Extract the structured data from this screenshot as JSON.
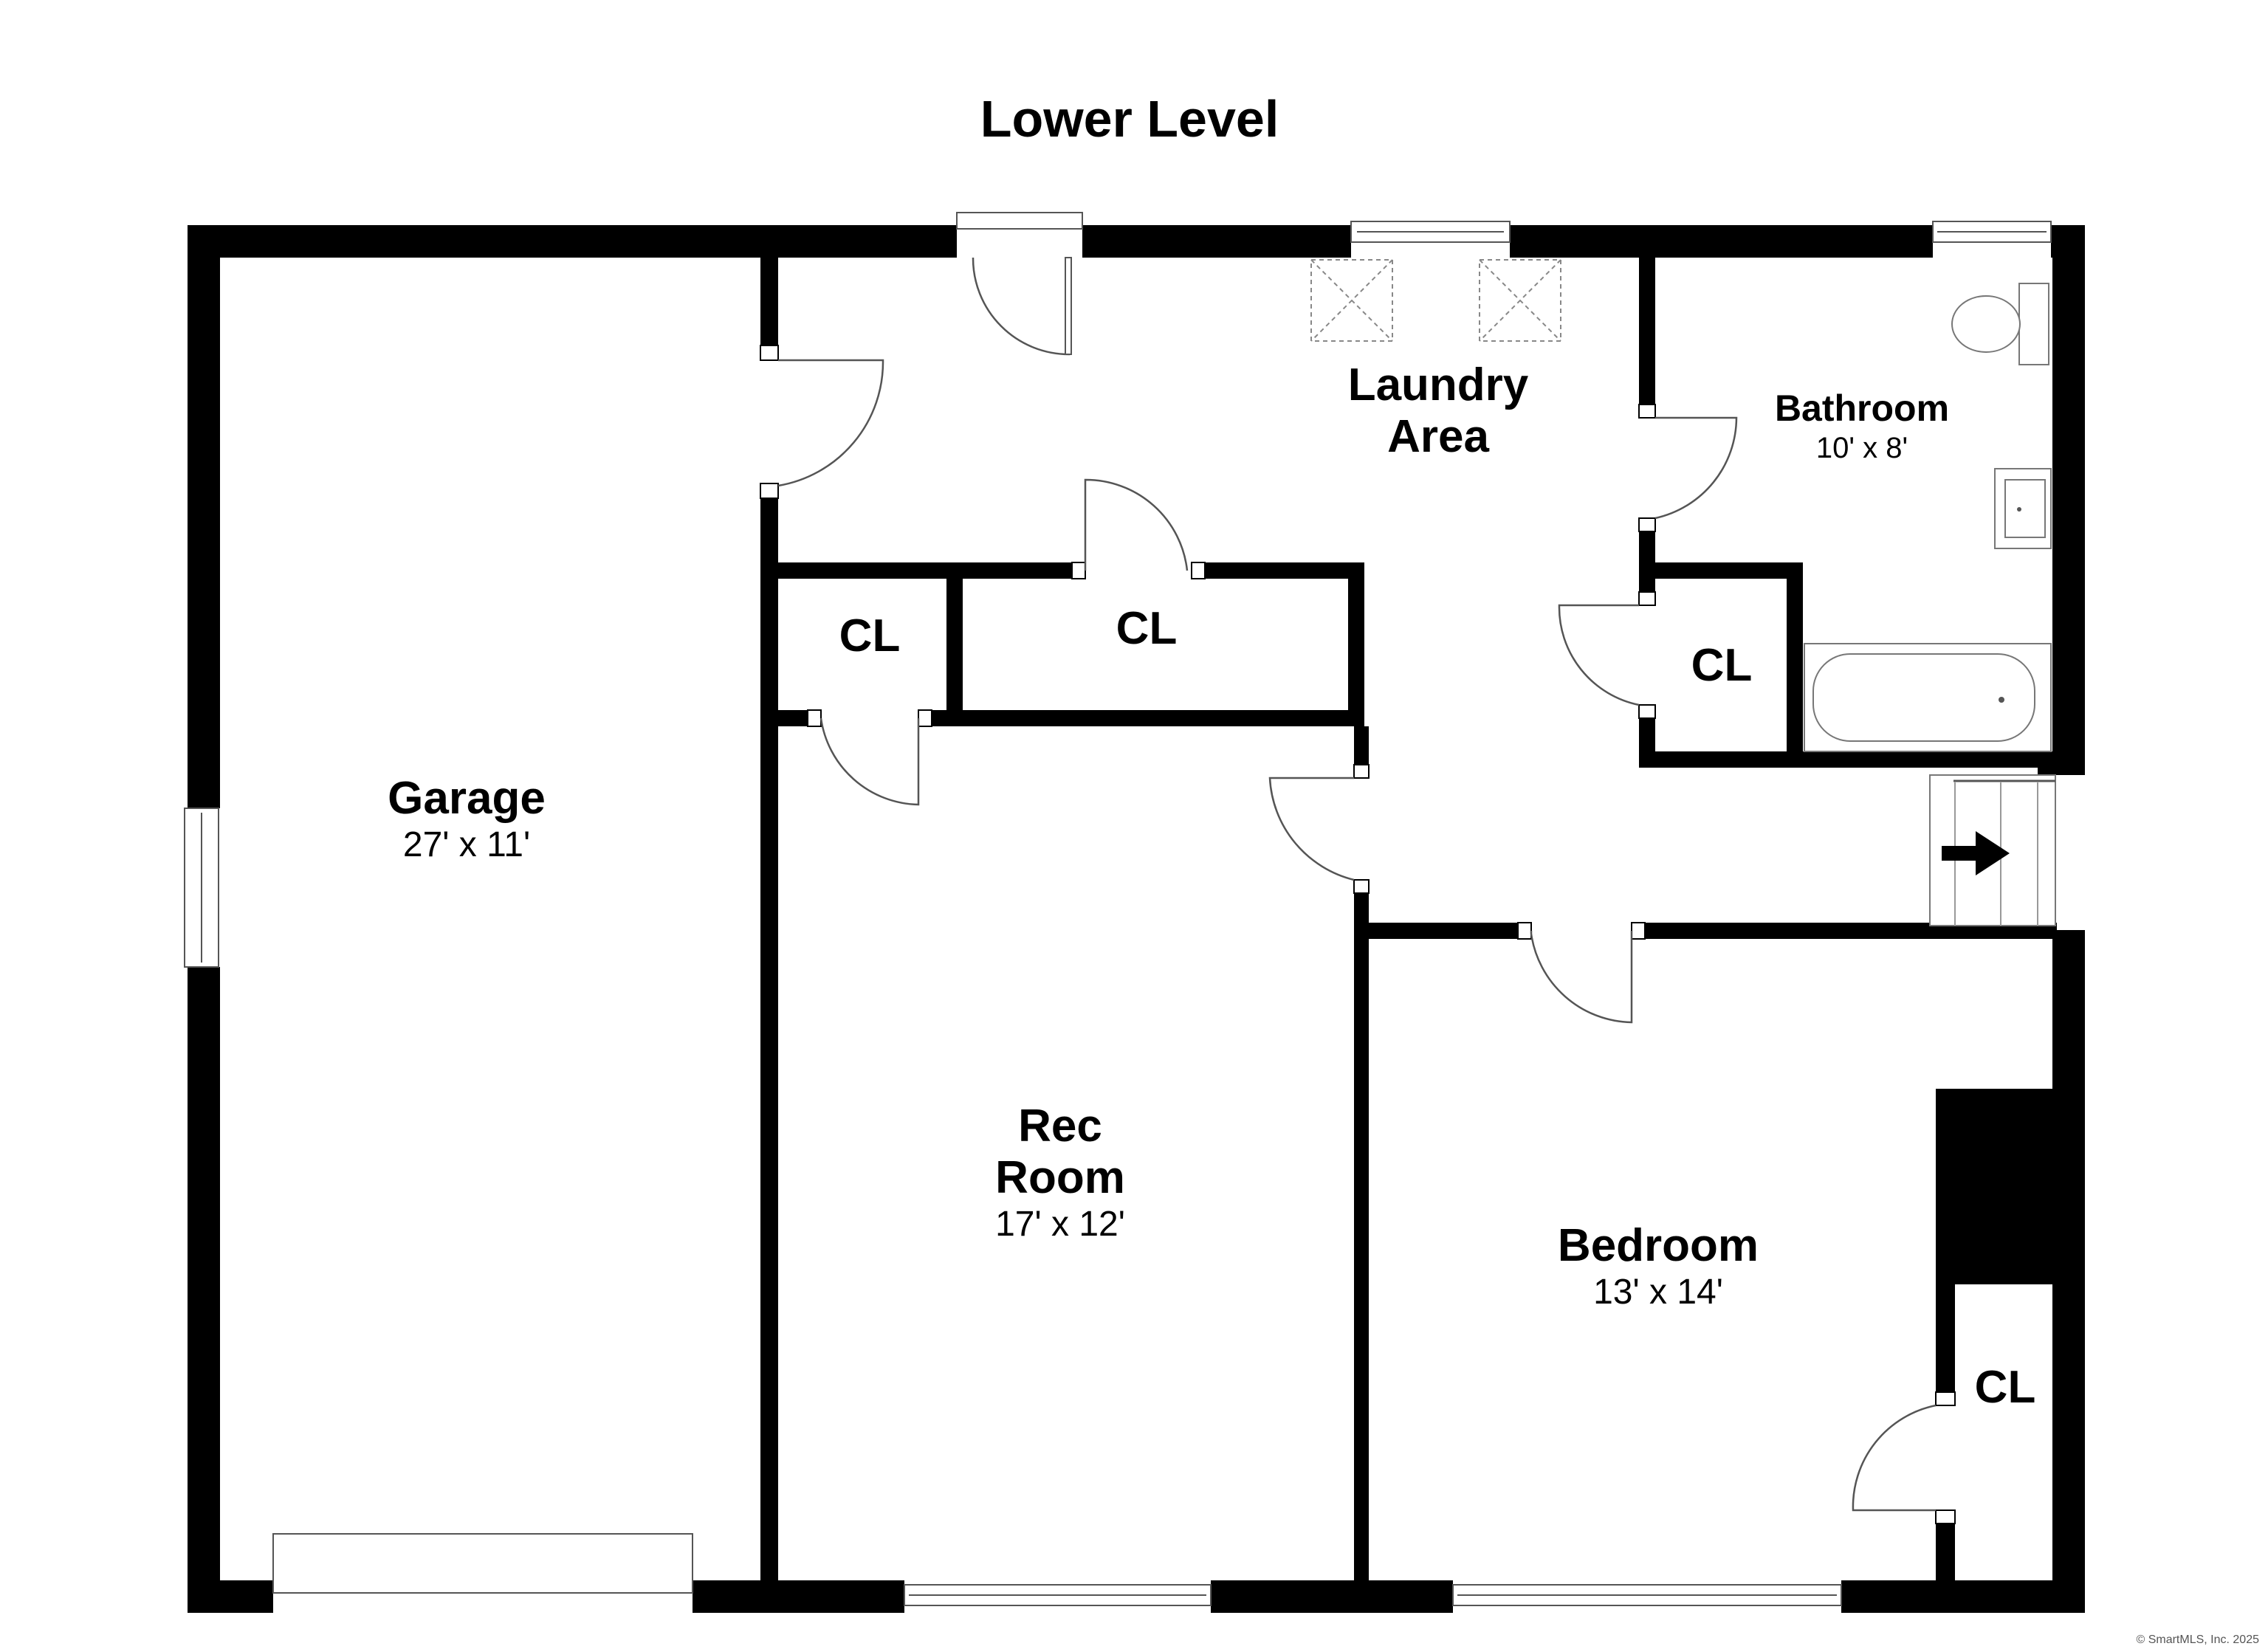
{
  "title": "Lower Level",
  "rooms": {
    "garage": {
      "name": "Garage",
      "dimensions": "27' x 11'"
    },
    "laundry": {
      "name_line1": "Laundry",
      "name_line2": "Area"
    },
    "bathroom": {
      "name": "Bathroom",
      "dimensions": "10' x 8'"
    },
    "rec_room": {
      "name_line1": "Rec",
      "name_line2": "Room",
      "dimensions": "17' x 12'"
    },
    "bedroom": {
      "name": "Bedroom",
      "dimensions": "13' x 14'"
    },
    "closet_1": {
      "name": "CL"
    },
    "closet_2": {
      "name": "CL"
    },
    "closet_3": {
      "name": "CL"
    },
    "closet_4": {
      "name": "CL"
    }
  },
  "credit": "© SmartMLS, Inc. 2025",
  "colors": {
    "wall": "#000000",
    "background": "#ffffff",
    "fixture": "#777777"
  }
}
